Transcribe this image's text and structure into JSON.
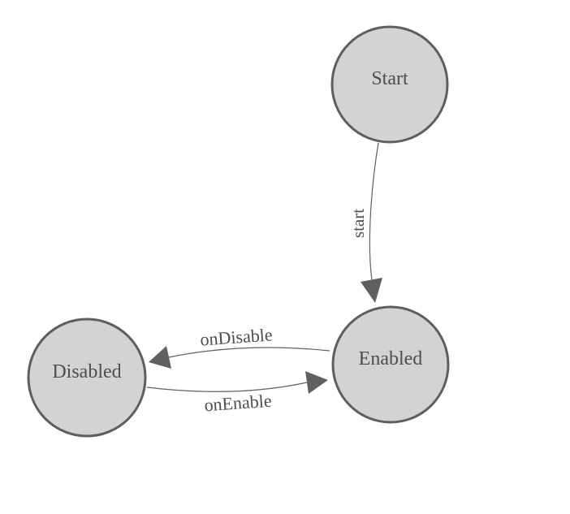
{
  "diagram": {
    "type": "state-machine-diagram",
    "colors": {
      "background": "#ffffff",
      "node_fill": "#d3d3d3",
      "node_stroke": "#5e5e5e",
      "edge_stroke": "#606060",
      "label_color": "#4c4c52"
    },
    "nodes": [
      {
        "id": "start",
        "label": "Start"
      },
      {
        "id": "enabled",
        "label": "Enabled"
      },
      {
        "id": "disabled",
        "label": "Disabled"
      }
    ],
    "edges": [
      {
        "from": "Start",
        "to": "Enabled",
        "label": "start"
      },
      {
        "from": "Enabled",
        "to": "Disabled",
        "label": "onDisable"
      },
      {
        "from": "Disabled",
        "to": "Enabled",
        "label": "onEnable"
      }
    ]
  }
}
